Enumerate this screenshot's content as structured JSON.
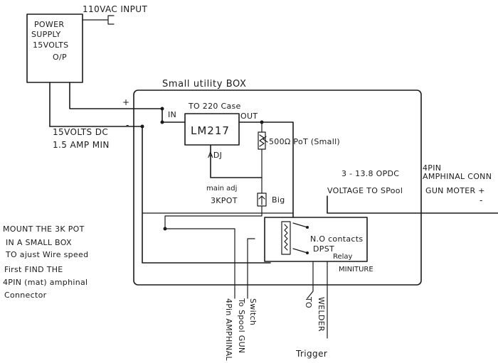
{
  "labels": {
    "input": "110VAC INPUT",
    "psu_1": "POWER",
    "psu_2": "SUPPLY",
    "psu_3": "15VOLTS",
    "psu_4": "O/P",
    "box_title": "Small utility BOX",
    "plus": "+",
    "minus": "-",
    "pin_in": "IN",
    "pin_out": "OUT",
    "to_220": "TO 220 Case",
    "chip": "LM217",
    "pin_adj": "ADJ",
    "pot_small": "500Ω PoT (Small)",
    "pot_main_1": "main adj",
    "pot_main_2": "3KPOT",
    "pot_big": "Big",
    "supply_1": "15VOLTS DC",
    "supply_2": "1.5 AMP MIN",
    "out_volt_1": "3 - 13.8 OPDC",
    "out_volt_2": "VOLTAGE TO SPool",
    "conn_1": "4PIN",
    "conn_2": "AMPHINAL CONN",
    "conn_3": "GUN MOTER +",
    "relay_1": "N.O contacts",
    "relay_2": "DPST",
    "relay_3": "Relay",
    "relay_4": "MINITURE",
    "note_1": "MOUNT THE 3K POT",
    "note_2": "IN A SMALL BOX",
    "note_3": "TO ajust Wire speed",
    "note_4": "First FIND THE",
    "note_5": "4PIN (mat) amphinal",
    "note_6": "Connector",
    "wire_a_1": "4Pin AMPHINAL",
    "wire_a_2": "To Spool GUN",
    "wire_a_3": "Switch",
    "wire_b_1": "TO",
    "wire_b_2": "WELDER",
    "wire_b_3": "Trigger"
  }
}
